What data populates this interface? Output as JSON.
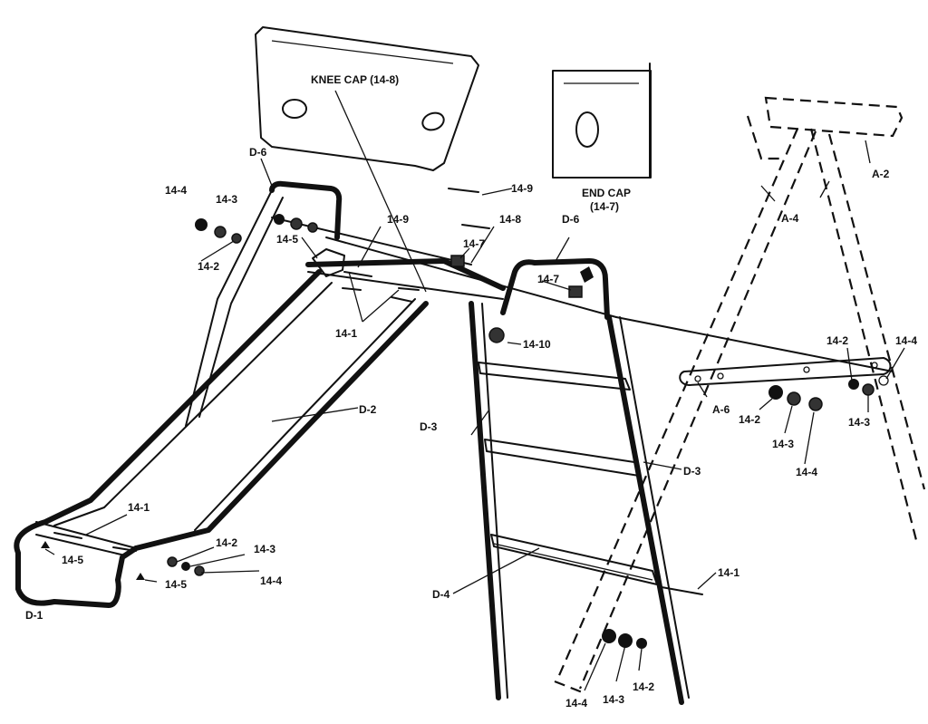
{
  "labels": {
    "knee_cap": "KNEE CAP (14-8)",
    "end_cap": "END CAP",
    "end_cap_num": "(14-7)",
    "d1": "D-1",
    "d2": "D-2",
    "d3_left": "D-3",
    "d3_right": "D-3",
    "d4": "D-4",
    "d6_left": "D-6",
    "d6_right": "D-6",
    "a2": "A-2",
    "a4": "A-4",
    "a6": "A-6",
    "p14_4_a": "14-4",
    "p14_3_a": "14-3",
    "p14_2_a": "14-2",
    "p14_5_a": "14-5",
    "p14_9_a": "14-9",
    "p14_9_b": "14-9",
    "p14_8_a": "14-8",
    "p14_7_a": "14-7",
    "p14_7_b": "14-7",
    "p14_10": "14-10",
    "p14_1_a": "14-1",
    "p14_1_b": "14-1",
    "p14_1_c": "14-1",
    "p14_5_b": "14-5",
    "p14_5_c": "14-5",
    "p14_2_b": "14-2",
    "p14_3_b": "14-3",
    "p14_4_b": "14-4",
    "p14_2_c": "14-2",
    "p14_4_c": "14-4",
    "p14_3_c": "14-3",
    "p14_2_d": "14-2",
    "p14_3_d": "14-3",
    "p14_4_d": "14-4",
    "p14_4_e": "14-4",
    "p14_3_e": "14-3",
    "p14_2_e": "14-2"
  }
}
